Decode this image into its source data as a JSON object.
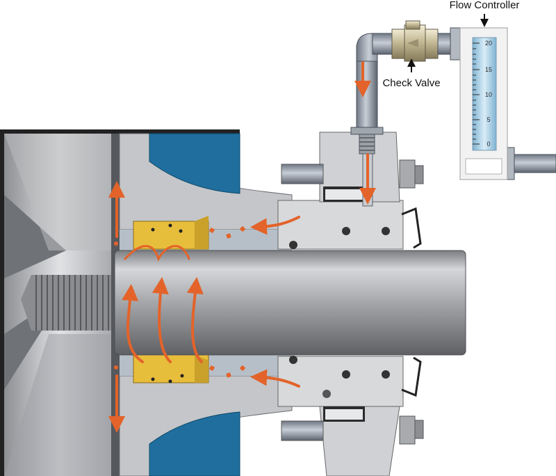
{
  "labels": {
    "flow_controller": "Flow Controller",
    "check_valve": "Check Valve"
  },
  "flow_controller": {
    "scale_ticks": [
      "20",
      "15",
      "10",
      "5",
      "0"
    ]
  },
  "colors": {
    "flow_arrow": "#e3632a",
    "jacket_blue": "#1f6e9e",
    "housing_gray": "#c4c6c9",
    "shaft_gray": "#9a9ca0",
    "bushing_gold": "#e7bd3c",
    "gauge_tube": "#a9cfe4"
  }
}
